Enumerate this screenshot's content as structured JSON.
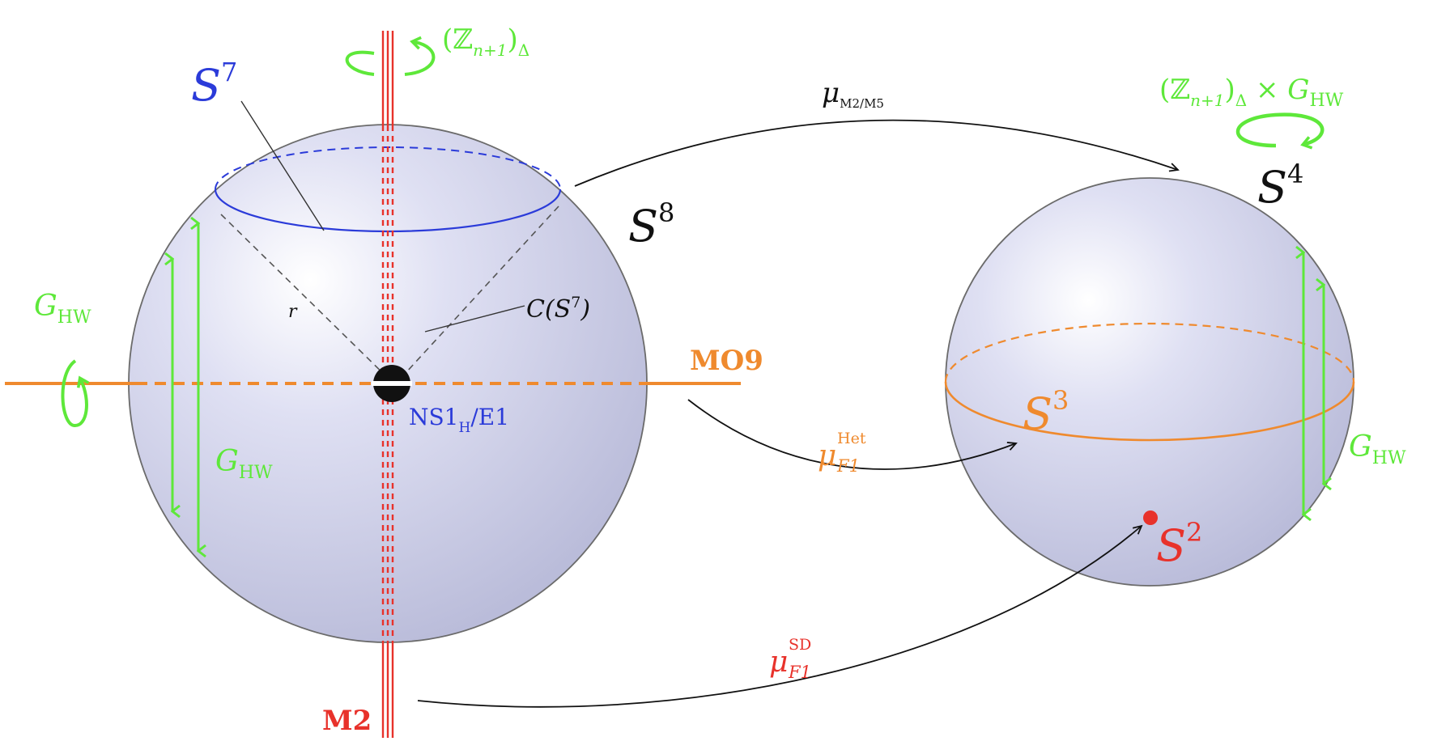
{
  "labels": {
    "s7": {
      "base": "S",
      "sup": "7"
    },
    "s8": {
      "base": "S",
      "sup": "8"
    },
    "s4": {
      "base": "S",
      "sup": "4"
    },
    "s3": {
      "base": "S",
      "sup": "3"
    },
    "s2": {
      "base": "S",
      "sup": "2"
    },
    "r": "r",
    "cone": {
      "pre": "C(",
      "base": "S",
      "sup": "7",
      "post": ")"
    },
    "mo9": "MO9",
    "m2": "M2",
    "ns1": {
      "main": "NS1",
      "sub": "H",
      "post": "/E1"
    },
    "ghw": {
      "base": "G",
      "sub": "HW"
    },
    "zn": {
      "pre": "(",
      "z": "ℤ",
      "sub": "n+1",
      "post": ")",
      "sub2": "Δ"
    },
    "zn_times": " × ",
    "mu_m2m5": {
      "base": "μ",
      "sub": "M2/M5"
    },
    "mu_het": {
      "base": "μ",
      "sup": "Het",
      "sub": "F1"
    },
    "mu_sd": {
      "base": "μ",
      "sup": "SD",
      "sub": "F1"
    }
  },
  "colors": {
    "sphere_fill": "#c9cbe6",
    "blue": "#2b3bd9",
    "red": "#e8322b",
    "orange": "#ef8a2e",
    "green": "#5ee83a",
    "black": "#111111"
  }
}
